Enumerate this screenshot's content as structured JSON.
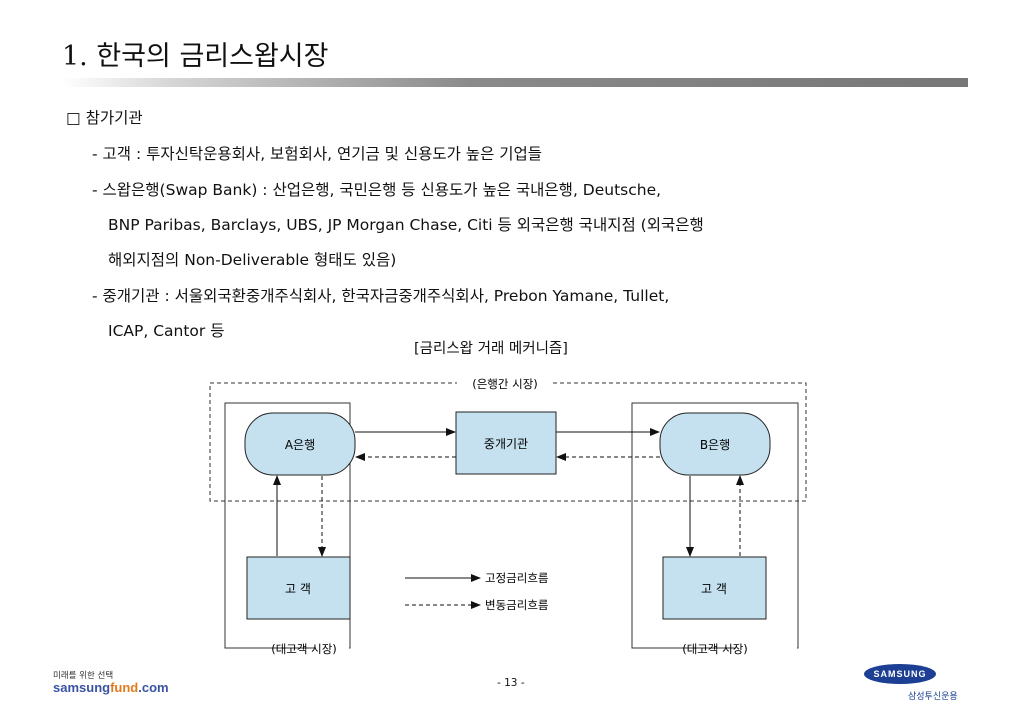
{
  "slide": {
    "title": "1. 한국의 금리스왑시장",
    "section_heading": "□ 참가기관",
    "lines": [
      "- 고객 : 투자신탁운용회사, 보험회사, 연기금 및 신용도가 높은 기업들",
      "- 스왑은행(Swap Bank) : 산업은행, 국민은행 등 신용도가 높은 국내은행, Deutsche,",
      "BNP Paribas, Barclays, UBS, JP Morgan Chase, Citi 등 외국은행 국내지점 (외국은행",
      "해외지점의 Non-Deliverable 형태도 있음)",
      "- 중개기관 : 서울외국환중개주식회사, 한국자금중개주식회사, Prebon Yamane, Tullet,",
      "ICAP, Cantor 등"
    ]
  },
  "diagram": {
    "caption": "[금리스왑 거래 메커니즘]",
    "interbank_label": "(은행간 시장)",
    "bank_a": "A은행",
    "broker": "중개기관",
    "bank_b": "B은행",
    "customer_left": "고  객",
    "customer_right": "고  객",
    "market_left": "(대고객 시장)",
    "market_right": "(대고객 시장)",
    "legend_fixed": "고정금리흐름",
    "legend_floating": "변동금리흐름",
    "colors": {
      "box_fill": "#c5e1f0",
      "line": "#222222"
    }
  },
  "footer": {
    "tagline": "미래를 위한 선택",
    "site_prefix": "samsung",
    "site_accent": "fund",
    "site_suffix": ".com",
    "page_number": "- 13 -",
    "logo_text": "SAMSUNG",
    "logo_sub": "삼성투신운용"
  }
}
